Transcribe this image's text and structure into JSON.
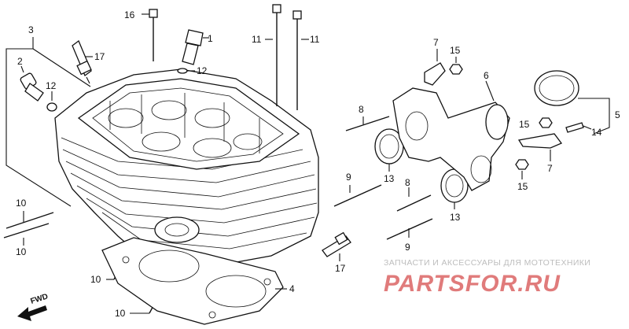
{
  "callouts": {
    "c1": "1",
    "c2": "2",
    "c3": "3",
    "c4": "4",
    "c5": "5",
    "c6": "6",
    "c7a": "7",
    "c7b": "7",
    "c8a": "8",
    "c8b": "8",
    "c9a": "9",
    "c9b": "9",
    "c10a": "10",
    "c10b": "10",
    "c10c": "10",
    "c10d": "10",
    "c11a": "11",
    "c11b": "11",
    "c12a": "12",
    "c12b": "12",
    "c13a": "13",
    "c13b": "13",
    "c14": "14",
    "c15a": "15",
    "c15b": "15",
    "c15c": "15",
    "c16": "16",
    "c17a": "17",
    "c17b": "17"
  },
  "direction_label": "FWD",
  "watermark": {
    "subtitle": "ЗАПЧАСТИ И АКСЕССУАРЫ ДЛЯ МОТОТЕХНИКИ",
    "brand": "PARTSFOR.RU"
  },
  "colors": {
    "line": "#111111",
    "watermark_brand": "#e07b7b",
    "watermark_sub": "#bdbdbd"
  }
}
